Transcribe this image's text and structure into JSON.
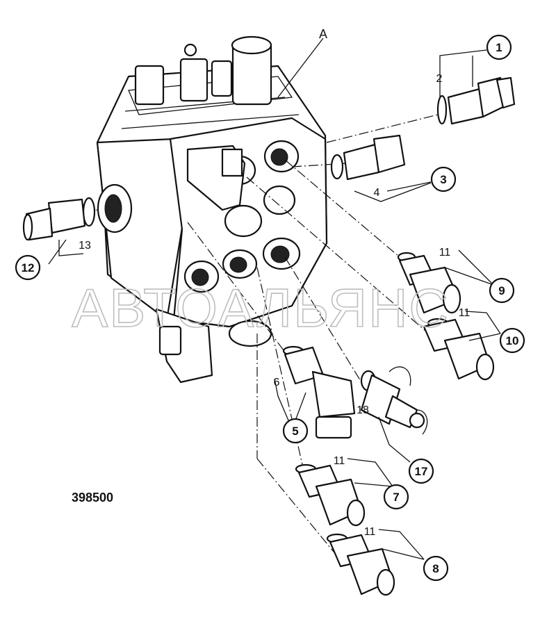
{
  "diagram": {
    "part_number": "398500",
    "port_label": "A",
    "watermark": "АВТОАЛЬЯНС",
    "callouts": [
      {
        "id": "c1",
        "label": "1"
      },
      {
        "id": "c3",
        "label": "3"
      },
      {
        "id": "c5",
        "label": "5"
      },
      {
        "id": "c7",
        "label": "7"
      },
      {
        "id": "c8",
        "label": "8"
      },
      {
        "id": "c9",
        "label": "9"
      },
      {
        "id": "c10",
        "label": "10"
      },
      {
        "id": "c12",
        "label": "12"
      },
      {
        "id": "c17",
        "label": "17"
      }
    ],
    "plain_labels": [
      {
        "id": "l2",
        "label": "2"
      },
      {
        "id": "l4",
        "label": "4"
      },
      {
        "id": "l6",
        "label": "6"
      },
      {
        "id": "l11a",
        "label": "11"
      },
      {
        "id": "l11b",
        "label": "11"
      },
      {
        "id": "l11c",
        "label": "11"
      },
      {
        "id": "l11d",
        "label": "11"
      },
      {
        "id": "l13",
        "label": "13"
      },
      {
        "id": "l18",
        "label": "18"
      }
    ]
  }
}
